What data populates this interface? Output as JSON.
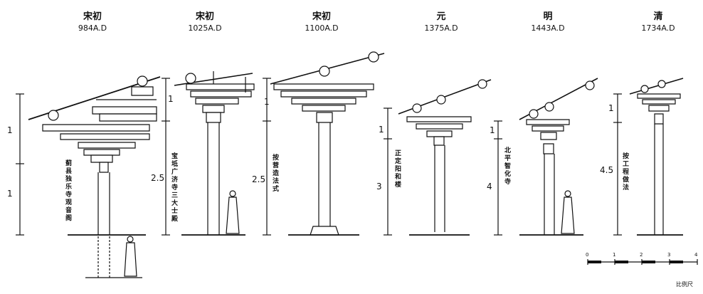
{
  "columns": [
    {
      "era": "宋初",
      "year": "984A.D",
      "building": "蓟县独乐寺观音阁",
      "dims": [
        "1",
        "1"
      ]
    },
    {
      "era": "宋初",
      "year": "1025A.D",
      "building": "宝坻广济寺三大士殿",
      "dims": [
        "1",
        "2.5"
      ]
    },
    {
      "era": "宋初",
      "year": "1100A.D",
      "building": "按营造法式",
      "dims": [
        "1",
        "2.5"
      ]
    },
    {
      "era": "元",
      "year": "1375A.D",
      "building": "正定阳和楼",
      "dims": [
        "1",
        "3"
      ]
    },
    {
      "era": "明",
      "year": "1443A.D",
      "building": "北平智化寺",
      "dims": [
        "1",
        "4"
      ]
    },
    {
      "era": "清",
      "year": "1734A.D",
      "building": "按工程做法",
      "dims": [
        "1",
        "4.5"
      ]
    }
  ],
  "scale": {
    "ticks": [
      "0",
      "1",
      "2",
      "3",
      "4"
    ],
    "label": "比例尺"
  },
  "colors": {
    "ink": "#111111",
    "paper": "#ffffff"
  }
}
